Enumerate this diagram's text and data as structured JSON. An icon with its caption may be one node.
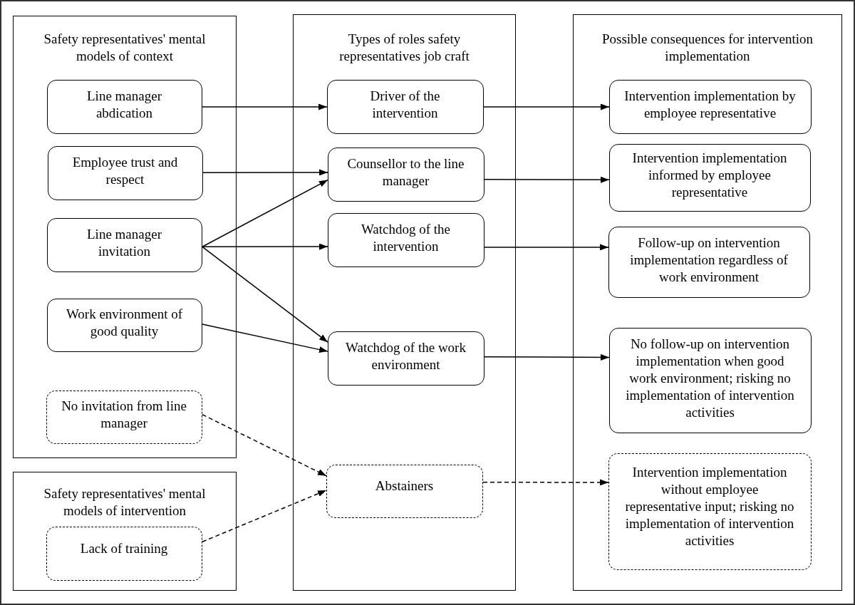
{
  "diagram": {
    "nodes": [
      {
        "text": [
          "Safety representatives' mental models of context"
        ]
      },
      {
        "text": [
          "Line manager abdication"
        ],
        "in": 0
      },
      {
        "text": [
          "Employee trust and respect"
        ],
        "in": 0
      },
      {
        "text": [
          "Line manager invitation"
        ],
        "in": 0
      },
      {
        "text": [
          "Work environment of good quality"
        ],
        "in": 0
      },
      {
        "text": [
          "No invitation from line manager"
        ],
        "in": 0
      },
      {
        "text": [
          "Safety representatives' mental models of intervention"
        ]
      },
      {
        "text": [
          "Lack of training"
        ],
        "in": 6
      },
      {
        "text": [
          "Types of roles safety representatives job craft"
        ]
      },
      {
        "text": [
          "Driver of the intervention"
        ],
        "in": 8
      },
      {
        "text": [
          "Counsellor to the line manager"
        ],
        "in": 8
      },
      {
        "text": [
          "Watchdog of the intervention"
        ],
        "in": 8
      },
      {
        "text": [
          "Watchdog of the work environment"
        ],
        "in": 8
      },
      {
        "text": [
          "Abstainers"
        ],
        "in": 8
      },
      {
        "text": [
          "Possible consequences for intervention implementation"
        ]
      },
      {
        "text": [
          "Intervention implementation by employee representative"
        ],
        "in": 14
      },
      {
        "text": [
          "Intervention implementation informed by employee representative"
        ],
        "in": 14
      },
      {
        "text": [
          "Follow-up on intervention implementation regardless of work environment"
        ],
        "in": 14
      },
      {
        "text": [
          "No follow-up on intervention implementation when good work environment; risking no implementation of intervention activities"
        ],
        "in": 14
      },
      {
        "text": [
          "Intervention implementation without employee representative input; risking no implementation of intervention activities"
        ],
        "in": 14
      }
    ],
    "edges": [
      {
        "from": 1,
        "to": 9,
        "arrow": "to"
      },
      {
        "from": 2,
        "to": 10,
        "arrow": "to"
      },
      {
        "from": 3,
        "to": 10,
        "arrow": "to"
      },
      {
        "from": 3,
        "to": 11,
        "arrow": "to"
      },
      {
        "from": 3,
        "to": 12,
        "arrow": "to"
      },
      {
        "from": 4,
        "to": 12,
        "arrow": "to"
      },
      {
        "from": 5,
        "to": 13,
        "arrow": "to",
        "style": "dashed"
      },
      {
        "from": 7,
        "to": 13,
        "arrow": "to",
        "style": "dashed"
      },
      {
        "from": 9,
        "to": 15,
        "arrow": "to"
      },
      {
        "from": 10,
        "to": 16,
        "arrow": "to"
      },
      {
        "from": 11,
        "to": 17,
        "arrow": "to"
      },
      {
        "from": 12,
        "to": 18,
        "arrow": "to"
      },
      {
        "from": 13,
        "to": 19,
        "arrow": "to",
        "style": "dashed"
      }
    ]
  }
}
